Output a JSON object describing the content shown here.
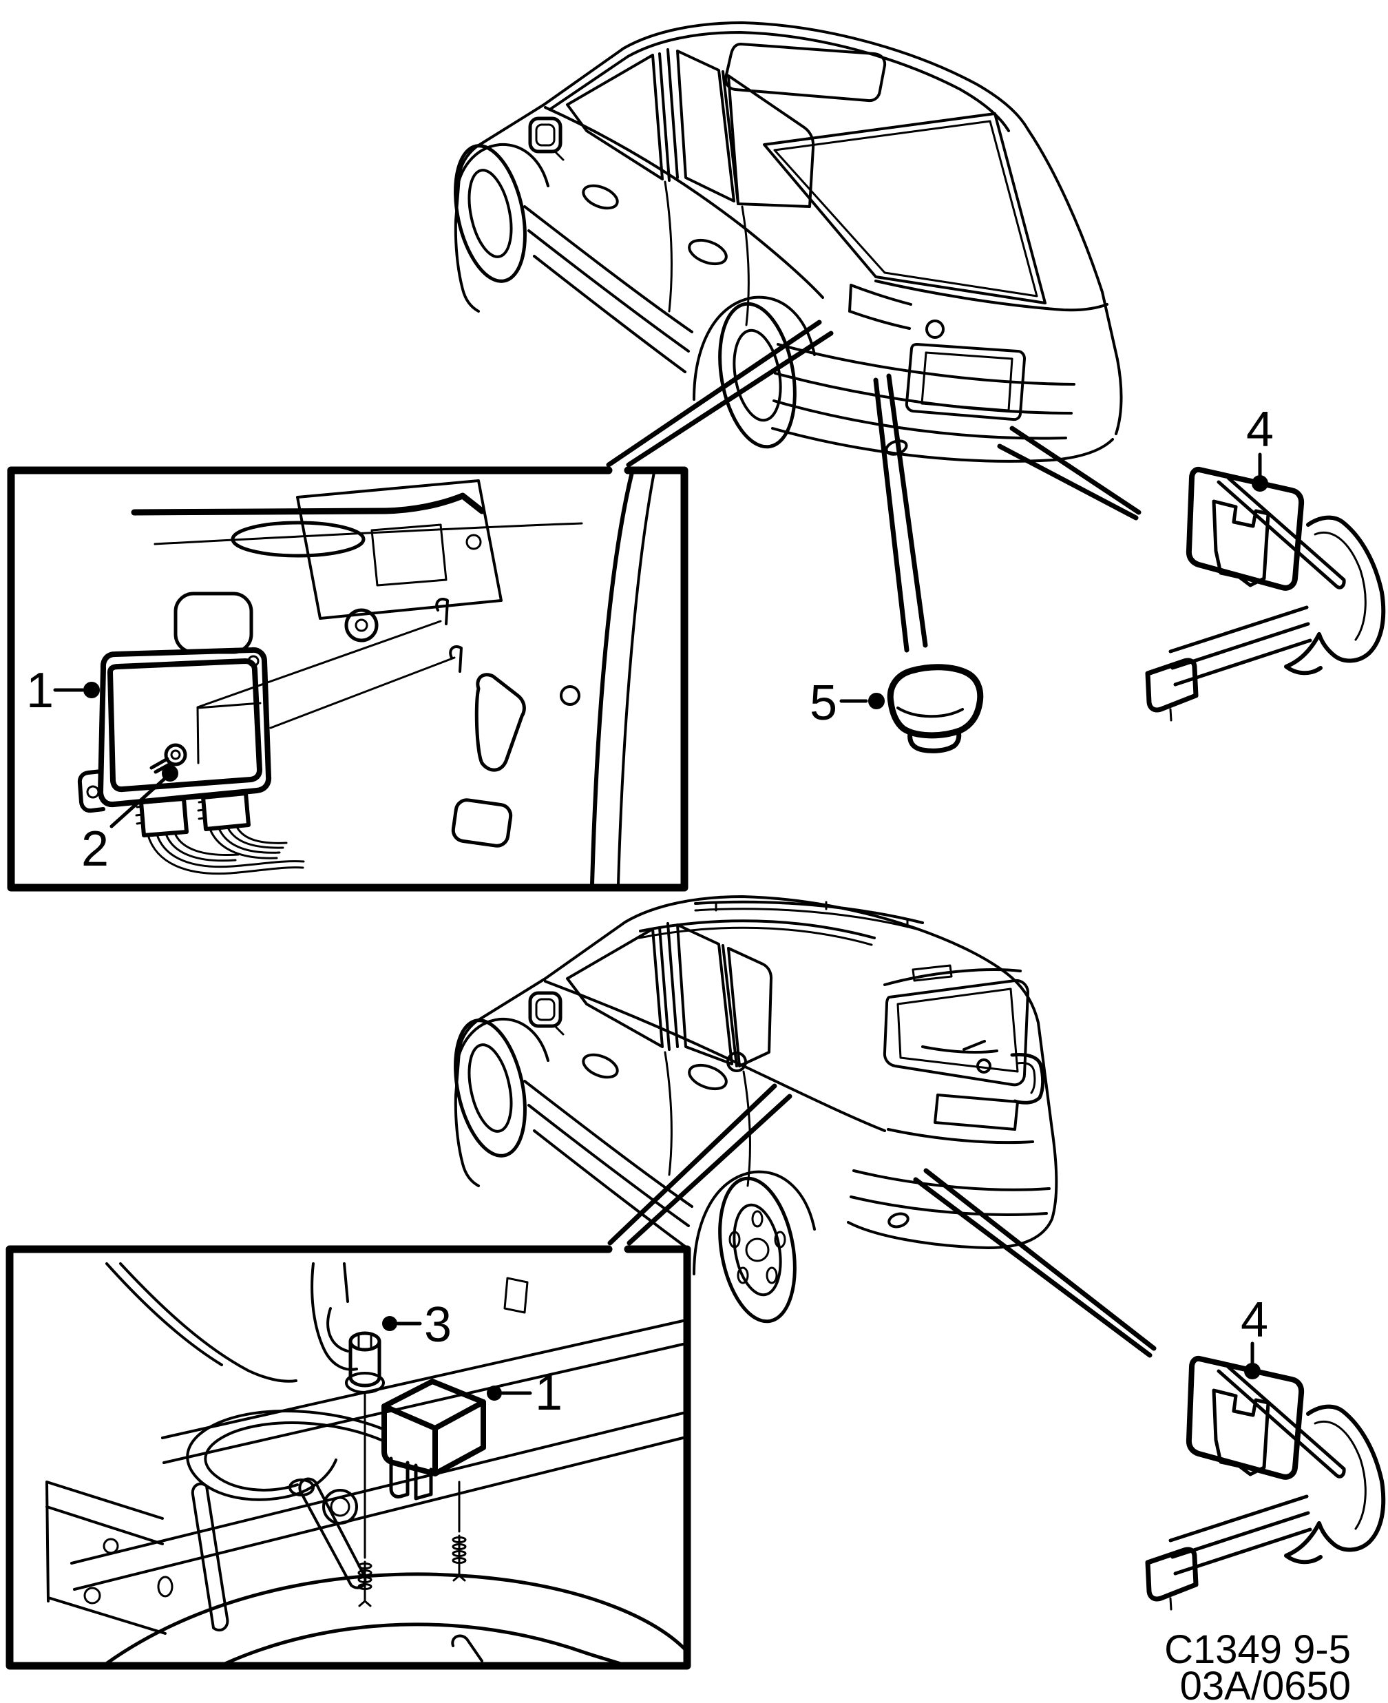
{
  "colors": {
    "line": "#000000",
    "background": "#ffffff"
  },
  "callouts": {
    "top_inset": {
      "item_1": "1",
      "item_2": "2"
    },
    "top_right_part": "4",
    "center_part": "5",
    "bottom_inset": {
      "item_3": "3",
      "item_1": "1"
    },
    "bottom_right_part": "4"
  },
  "footer": {
    "diagram_code": "C1349 9-5",
    "revision_code": "03A/0650"
  }
}
